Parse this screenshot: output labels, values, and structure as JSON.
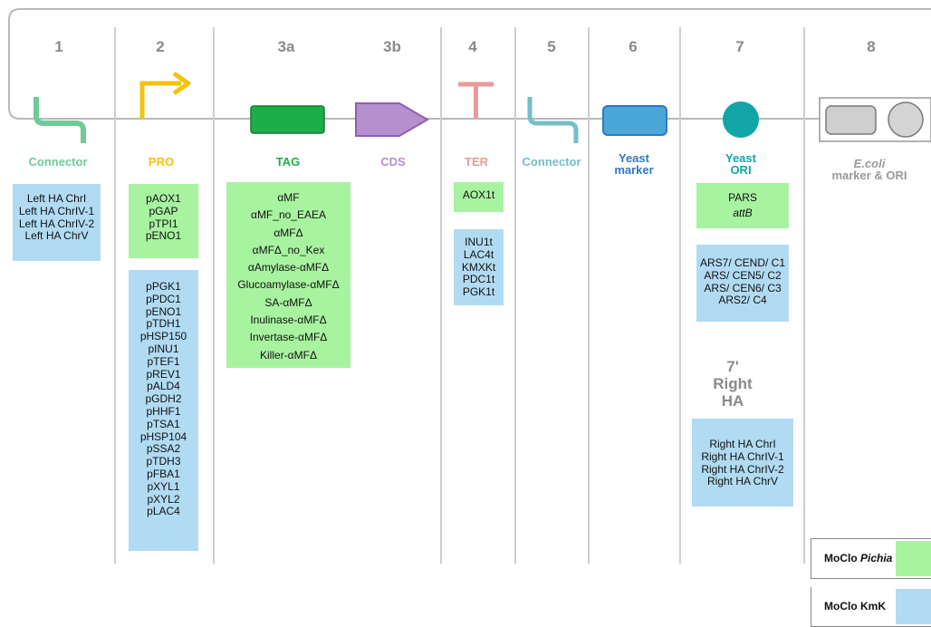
{
  "colors": {
    "connector": "#6ecb97",
    "pro": "#f4c20d",
    "tag": "#1eae48",
    "cds": "#b58fce",
    "ter": "#e89b9b",
    "connector5": "#73bfca",
    "yeast_marker": "#2f78c6",
    "yeast_ori": "#12a5a7",
    "ecoli": "#9a9a9a",
    "pichia_box": "#a8f3a0",
    "kmk_box": "#b1dbf3"
  },
  "positions": [
    "1",
    "2",
    "3a",
    "3b",
    "4",
    "5",
    "6",
    "7",
    "8"
  ],
  "categories": {
    "c1": "Connector",
    "c2": "PRO",
    "c3a": "TAG",
    "c3b": "CDS",
    "c4": "TER",
    "c5": "Connector",
    "c6_l1": "Yeast",
    "c6_l2": "marker",
    "c7_l1": "Yeast",
    "c7_l2": "ORI",
    "c8_italic": "E.coli",
    "c8_l2": "marker & ORI"
  },
  "boxes": {
    "p1_kmk": [
      "Left HA ChrI",
      "Left HA ChrIV-1",
      "Left HA ChrIV-2",
      "Left HA ChrV"
    ],
    "p2_pichia": [
      "pAOX1",
      "pGAP",
      "pTPI1",
      "pENO1"
    ],
    "p2_kmk": [
      "pPGK1",
      "pPDC1",
      "pENO1",
      "pTDH1",
      "pHSP150",
      "pINU1",
      "pTEF1",
      "pREV1",
      "pALD4",
      "pGDH2",
      "pHHF1",
      "pTSA1",
      "pHSP104",
      "pSSA2",
      "pTDH3",
      "pFBA1",
      "pXYL1",
      "pXYL2",
      "pLAC4"
    ],
    "p3_pichia": [
      "αMF",
      "αMF_no_EAEA",
      "αMFΔ",
      "αMFΔ_no_Kex",
      "αAmylase-αMFΔ",
      "Glucoamylase-αMFΔ",
      "SA-αMFΔ",
      "Inulinase-αMFΔ",
      "Invertase-αMFΔ",
      "Killer-αMFΔ"
    ],
    "p4_pichia": [
      "AOX1t"
    ],
    "p4_kmk": [
      "INU1t",
      "LAC4t",
      "KMXKt",
      "PDC1t",
      "PGK1t"
    ],
    "p7_pichia": [
      "PARS",
      "attB"
    ],
    "p7_kmk": [
      "ARS7/ CEND/ C1",
      "ARS/ CEN5/ C2",
      "ARS/ CEN6/ C3",
      "ARS2/ C4"
    ],
    "p7p_kmk": [
      "Right HA ChrI",
      "Right  HA ChrIV-1",
      "Right HA ChrIV-2",
      "Right HA ChrV"
    ]
  },
  "right_ha": {
    "num": "7'",
    "l1": "Right",
    "l2": "HA"
  },
  "legend": {
    "pichia_prefix": "MoClo ",
    "pichia_italic": "Pichia",
    "kmk": "MoClo KmK"
  }
}
